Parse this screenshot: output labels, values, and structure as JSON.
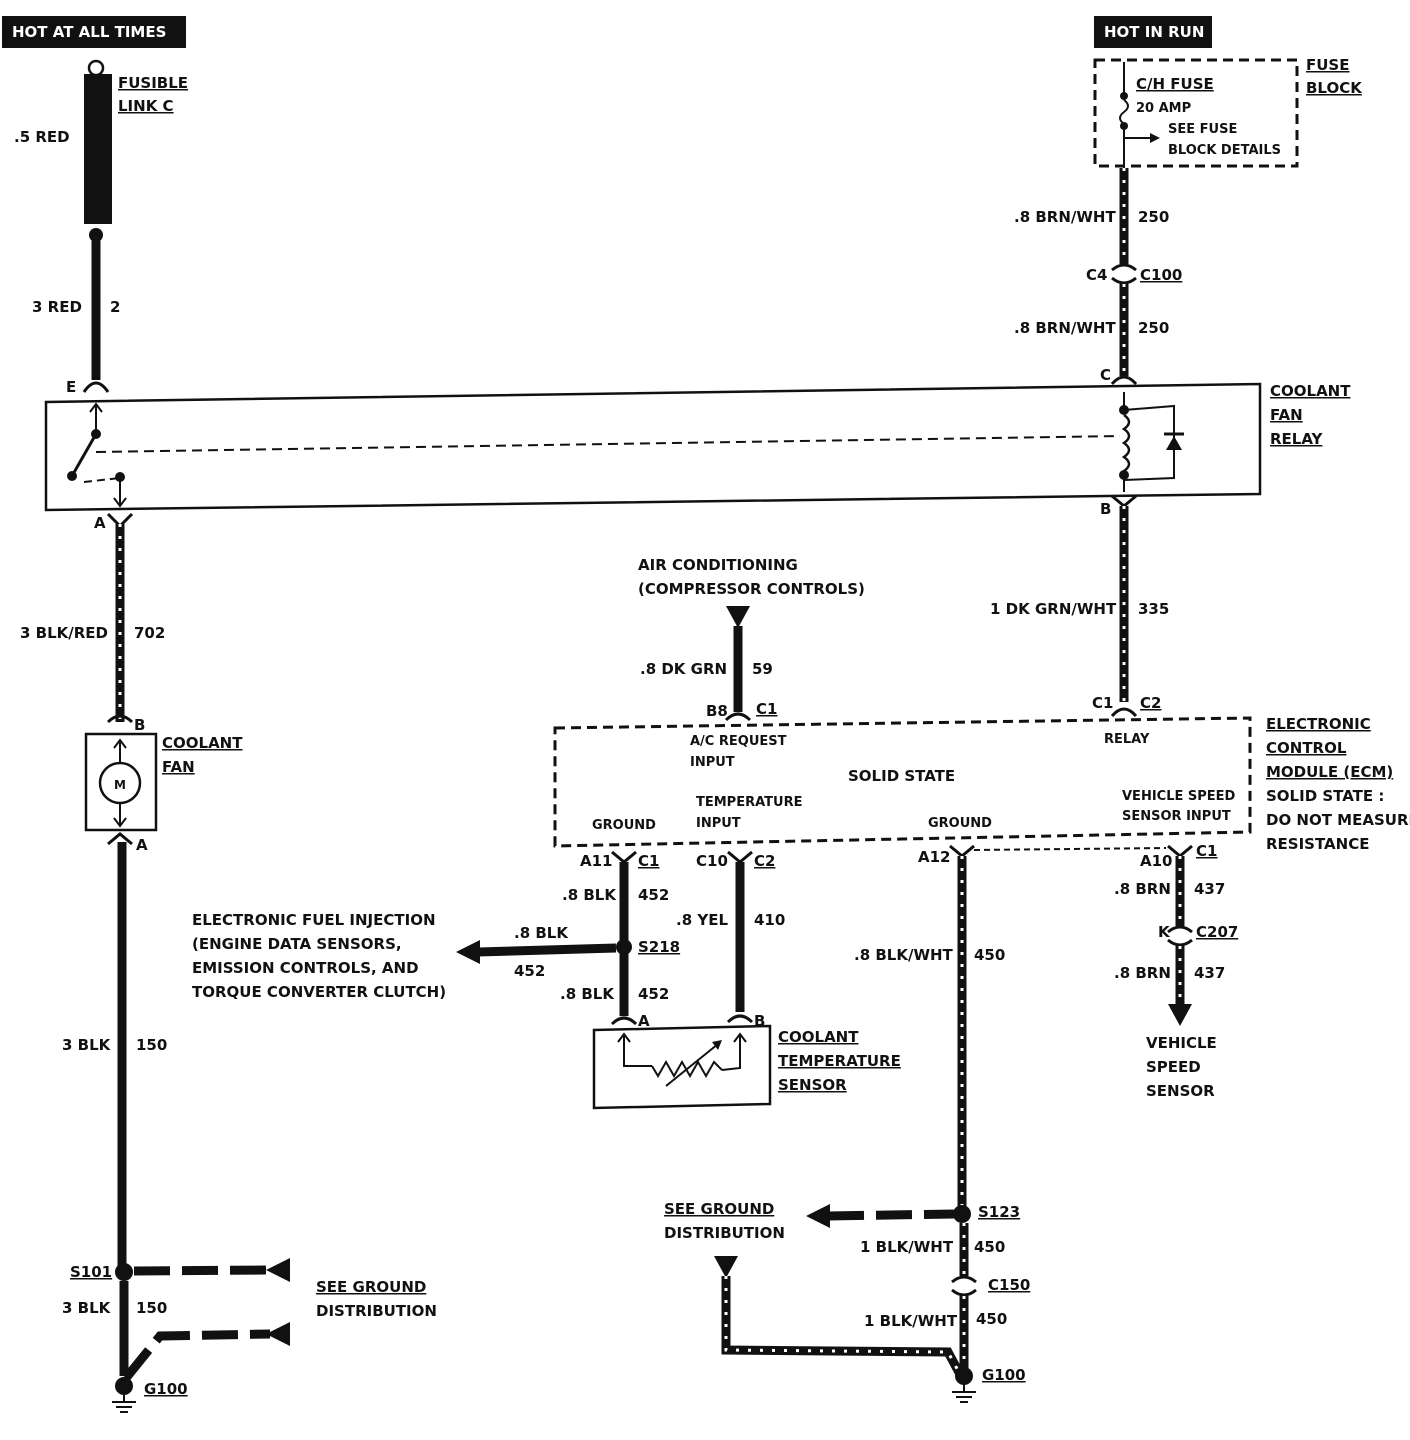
{
  "header": {
    "hot_at_all_times": "HOT AT ALL TIMES",
    "hot_in_run": "HOT IN RUN"
  },
  "fusible_link": {
    "line1": "FUSIBLE",
    "line2": "LINK C",
    "wire": ".5 RED"
  },
  "wire_2": {
    "gauge": "3 RED",
    "circuit": "2"
  },
  "fuse_block": {
    "fuse_name": "C/H FUSE",
    "rating": "20 AMP",
    "details_line1": "SEE FUSE",
    "details_line2": "BLOCK DETAILS",
    "label_line1": "FUSE",
    "label_line2": "BLOCK"
  },
  "wire_250_top": {
    "gauge": ".8 BRN/WHT",
    "circuit": "250"
  },
  "c100": {
    "pin": "C4",
    "name": "C100"
  },
  "wire_250_bottom": {
    "gauge": ".8 BRN/WHT",
    "circuit": "250"
  },
  "relay": {
    "line1": "COOLANT",
    "line2": "FAN",
    "line3": "RELAY",
    "pin_e": "E",
    "pin_a": "A",
    "pin_c": "C",
    "pin_b": "B"
  },
  "wire_702": {
    "gauge": "3 BLK/RED",
    "circuit": "702"
  },
  "coolant_fan": {
    "line1": "COOLANT",
    "line2": "FAN",
    "pin_b": "B",
    "pin_a": "A",
    "motor": "M"
  },
  "wire_150_top": {
    "gauge": "3 BLK",
    "circuit": "150"
  },
  "s101": {
    "name": "S101"
  },
  "wire_150_bottom": {
    "gauge": "3 BLK",
    "circuit": "150"
  },
  "ground_dist_left": {
    "line1": "SEE GROUND",
    "line2": "DISTRIBUTION"
  },
  "g100_left": {
    "name": "G100"
  },
  "air_conditioning": {
    "line1": "AIR CONDITIONING",
    "line2": "(COMPRESSOR CONTROLS)"
  },
  "wire_59": {
    "gauge": ".8 DK GRN",
    "circuit": "59"
  },
  "ecm_pins": {
    "b8": "B8",
    "c1_top": "C1",
    "relay_c1": "C1",
    "relay_c2": "C2"
  },
  "wire_335": {
    "gauge": "1 DK GRN/WHT",
    "circuit": "335"
  },
  "ecm": {
    "ac_request_1": "A/C REQUEST",
    "ac_request_2": "INPUT",
    "relay": "RELAY",
    "solid_state": "SOLID STATE",
    "ground_left": "GROUND",
    "temp_input_1": "TEMPERATURE",
    "temp_input_2": "INPUT",
    "ground_right": "GROUND",
    "vss_input_1": "VEHICLE SPEED",
    "vss_input_2": "SENSOR INPUT",
    "label_line1": "ELECTRONIC",
    "label_line2": "CONTROL",
    "label_line3": "MODULE (ECM)",
    "label_line4": "SOLID STATE :",
    "label_line5": "DO NOT MEASURE",
    "label_line6": "RESISTANCE"
  },
  "ecm_bottom_pins": {
    "a11": "A11",
    "a11_conn": "C1",
    "c10": "C10",
    "c10_conn": "C2",
    "a12": "A12",
    "a10": "A10",
    "a10_conn": "C1"
  },
  "wire_452_top": {
    "gauge": ".8 BLK",
    "circuit": "452"
  },
  "wire_410": {
    "gauge": ".8 YEL",
    "circuit": "410"
  },
  "efi": {
    "line1": "ELECTRONIC FUEL INJECTION",
    "line2": "(ENGINE DATA SENSORS,",
    "line3": "EMISSION CONTROLS, AND",
    "line4": "TORQUE CONVERTER CLUTCH)"
  },
  "wire_452_branch": {
    "gauge": ".8 BLK",
    "circuit": "452"
  },
  "s218": {
    "name": "S218"
  },
  "wire_452_bottom": {
    "gauge": ".8 BLK",
    "circuit": "452"
  },
  "cts": {
    "line1": "COOLANT",
    "line2": "TEMPERATURE",
    "line3": "SENSOR",
    "pin_a": "A",
    "pin_b": "B"
  },
  "wire_450_top": {
    "gauge": ".8 BLK/WHT",
    "circuit": "450"
  },
  "wire_437_top": {
    "gauge": ".8 BRN",
    "circuit": "437"
  },
  "c207": {
    "pin": "K",
    "name": "C207"
  },
  "wire_437_bottom": {
    "gauge": ".8 BRN",
    "circuit": "437"
  },
  "vss": {
    "line1": "VEHICLE",
    "line2": "SPEED",
    "line3": "SENSOR"
  },
  "ground_dist_right": {
    "line1": "SEE GROUND",
    "line2": "DISTRIBUTION"
  },
  "s123": {
    "name": "S123"
  },
  "wire_450_mid": {
    "gauge": "1 BLK/WHT",
    "circuit": "450"
  },
  "c150": {
    "name": "C150"
  },
  "wire_450_bottom": {
    "gauge": "1 BLK/WHT",
    "circuit": "450"
  },
  "g100_right": {
    "name": "G100"
  }
}
